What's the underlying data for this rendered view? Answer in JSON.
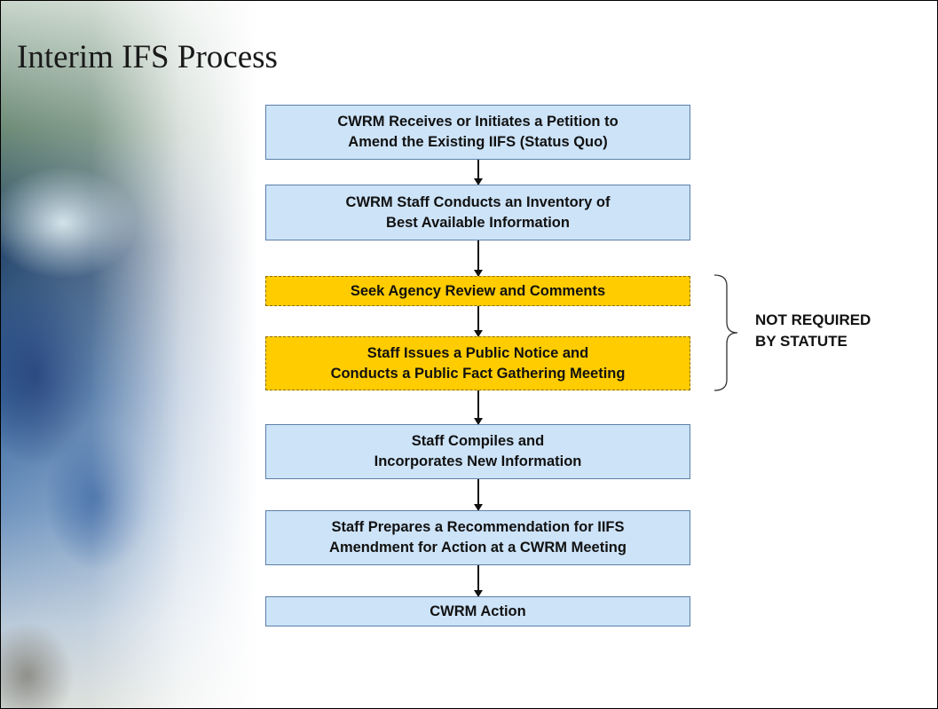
{
  "slide": {
    "title": "Interim IFS Process"
  },
  "flow": {
    "steps": [
      {
        "label": "CWRM Receives or Initiates a Petition to\nAmend the Existing IIFS (Status Quo)",
        "style": "blue"
      },
      {
        "label": "CWRM Staff Conducts an Inventory of\nBest Available Information",
        "style": "blue"
      },
      {
        "label": "Seek Agency Review and Comments",
        "style": "gold"
      },
      {
        "label": "Staff Issues a Public Notice and\nConducts a Public Fact Gathering Meeting",
        "style": "gold"
      },
      {
        "label": "Staff Compiles and\nIncorporates New Information",
        "style": "blue"
      },
      {
        "label": "Staff Prepares a Recommendation for IIFS\nAmendment for Action at a CWRM Meeting",
        "style": "blue"
      },
      {
        "label": "CWRM Action",
        "style": "blue"
      }
    ],
    "colors": {
      "blue_fill": "#cde3f8",
      "gold_fill": "#ffcc00"
    }
  },
  "annotation": {
    "note": "NOT REQUIRED\nBY STATUTE"
  }
}
